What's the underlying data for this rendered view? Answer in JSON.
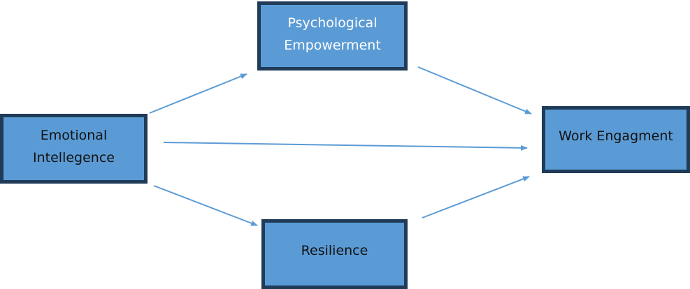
{
  "nodes": {
    "emotional_intelligence": {
      "line1": "Emotional",
      "line2": "Intellegence"
    },
    "psychological_empowerment": {
      "line1": "Psychological",
      "line2": "Empowerment"
    },
    "resilience": {
      "label": "Resilience"
    },
    "work_engagement": {
      "label": "Work Engagment"
    }
  },
  "edges": [
    {
      "from": "Emotional Intellegence",
      "to": "Psychological Empowerment"
    },
    {
      "from": "Emotional Intellegence",
      "to": "Work Engagment"
    },
    {
      "from": "Emotional Intellegence",
      "to": "Resilience"
    },
    {
      "from": "Psychological Empowerment",
      "to": "Work Engagment"
    },
    {
      "from": "Resilience",
      "to": "Work Engagment"
    }
  ],
  "colors": {
    "box_fill": "#5b9bd5",
    "box_border": "#1f3b58",
    "arrow": "#5b9bd5"
  }
}
